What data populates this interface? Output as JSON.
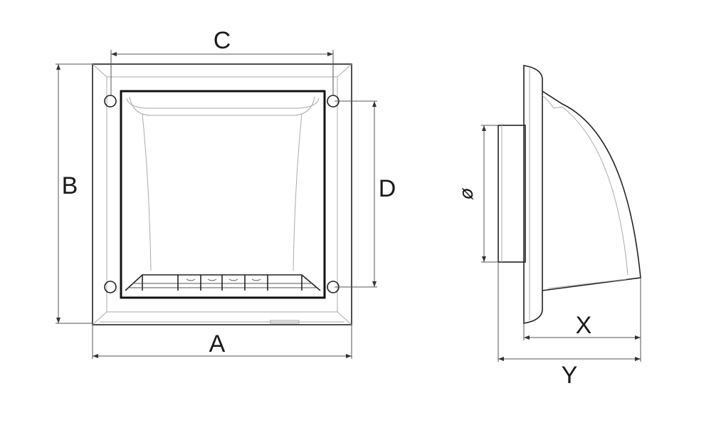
{
  "dimensions": {
    "a": "A",
    "b": "B",
    "c": "C",
    "d": "D",
    "x": "X",
    "y": "Y",
    "diameter": "ø"
  },
  "colors": {
    "line": "#222222",
    "background": "#ffffff"
  }
}
